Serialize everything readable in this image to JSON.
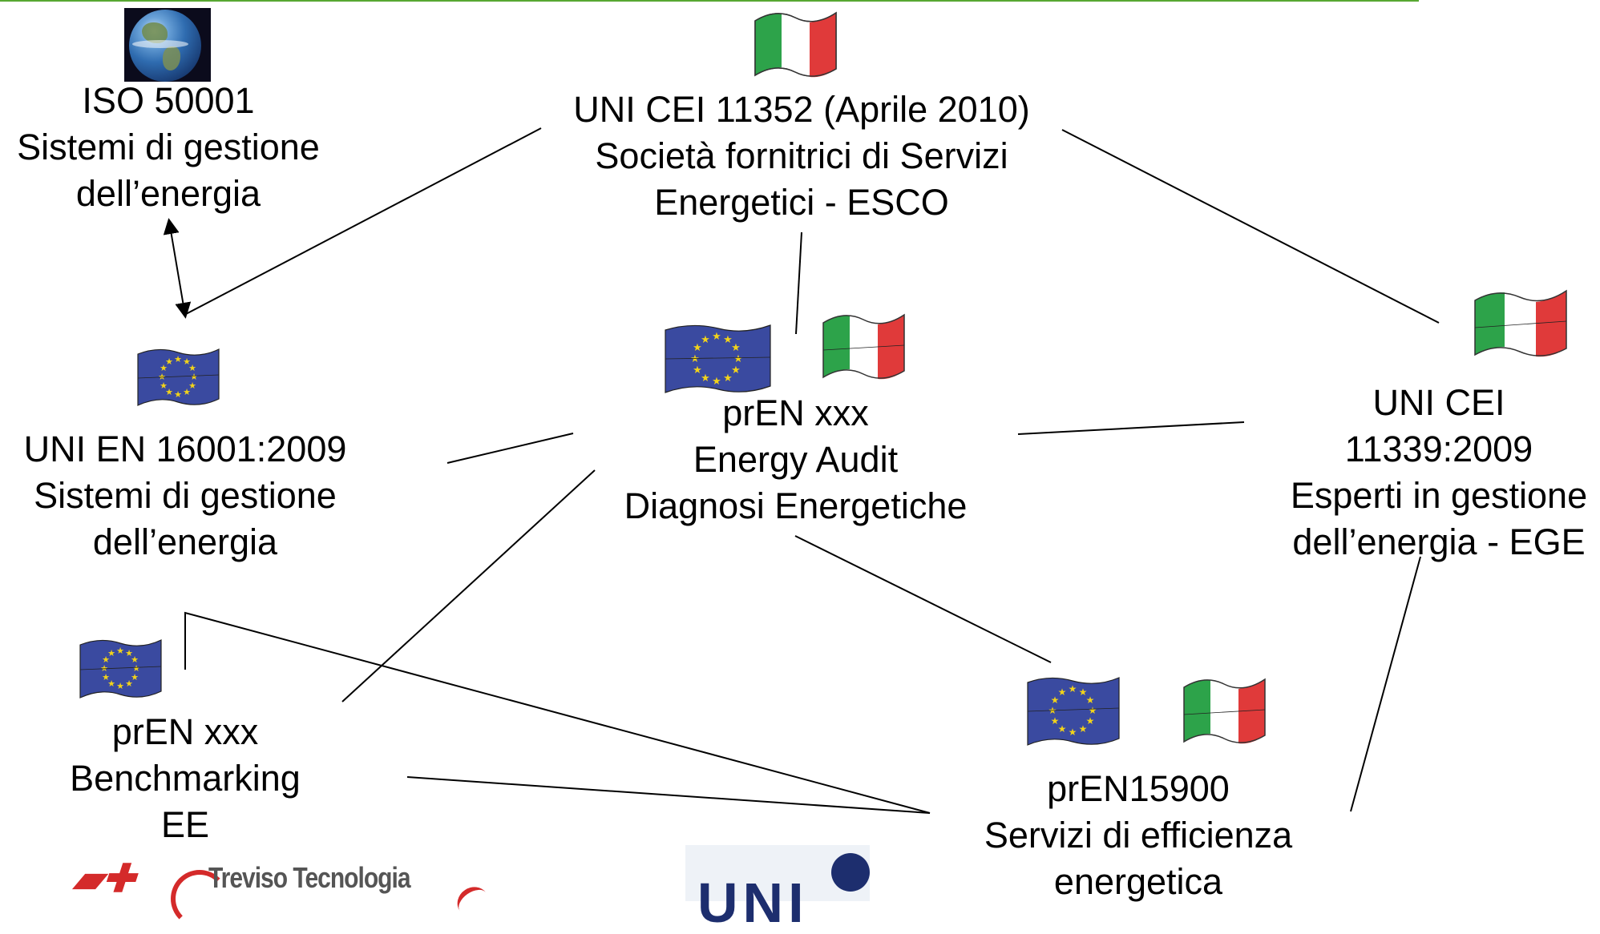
{
  "nodes": {
    "iso50001": {
      "lines": [
        "ISO 50001",
        "Sistemi di gestione",
        "dell’energia"
      ]
    },
    "uni_cei_11352": {
      "lines": [
        "UNI CEI 11352 (Aprile 2010)",
        "Società fornitrici di Servizi",
        "Energetici - ESCO"
      ]
    },
    "uni_en_16001": {
      "lines": [
        "UNI EN 16001:2009",
        "Sistemi di gestione",
        "dell’energia"
      ]
    },
    "pren_energy_audit": {
      "lines": [
        "prEN xxx",
        "Energy Audit",
        "Diagnosi Energetiche"
      ]
    },
    "uni_cei_11339": {
      "lines": [
        "UNI  CEI",
        "11339:2009",
        "Esperti in gestione",
        "dell’energia - EGE"
      ]
    },
    "pren_benchmarking": {
      "lines": [
        "prEN xxx",
        "Benchmarking",
        "EE"
      ]
    },
    "pren15900": {
      "lines": [
        "prEN15900",
        "Servizi di efficienza",
        "energetica"
      ]
    }
  },
  "logos": {
    "treviso": "Treviso Tecnologia",
    "uni": "UNI"
  },
  "icons": {
    "globe": "earth-globe-icon",
    "eu_flag": "eu-flag-icon",
    "it_flag": "italian-flag-icon"
  },
  "colors": {
    "eu_blue": "#3a4aa0",
    "eu_star": "#f2d31a",
    "it_green": "#2da34a",
    "it_red": "#e03a3a",
    "top_rule": "#58a832"
  }
}
